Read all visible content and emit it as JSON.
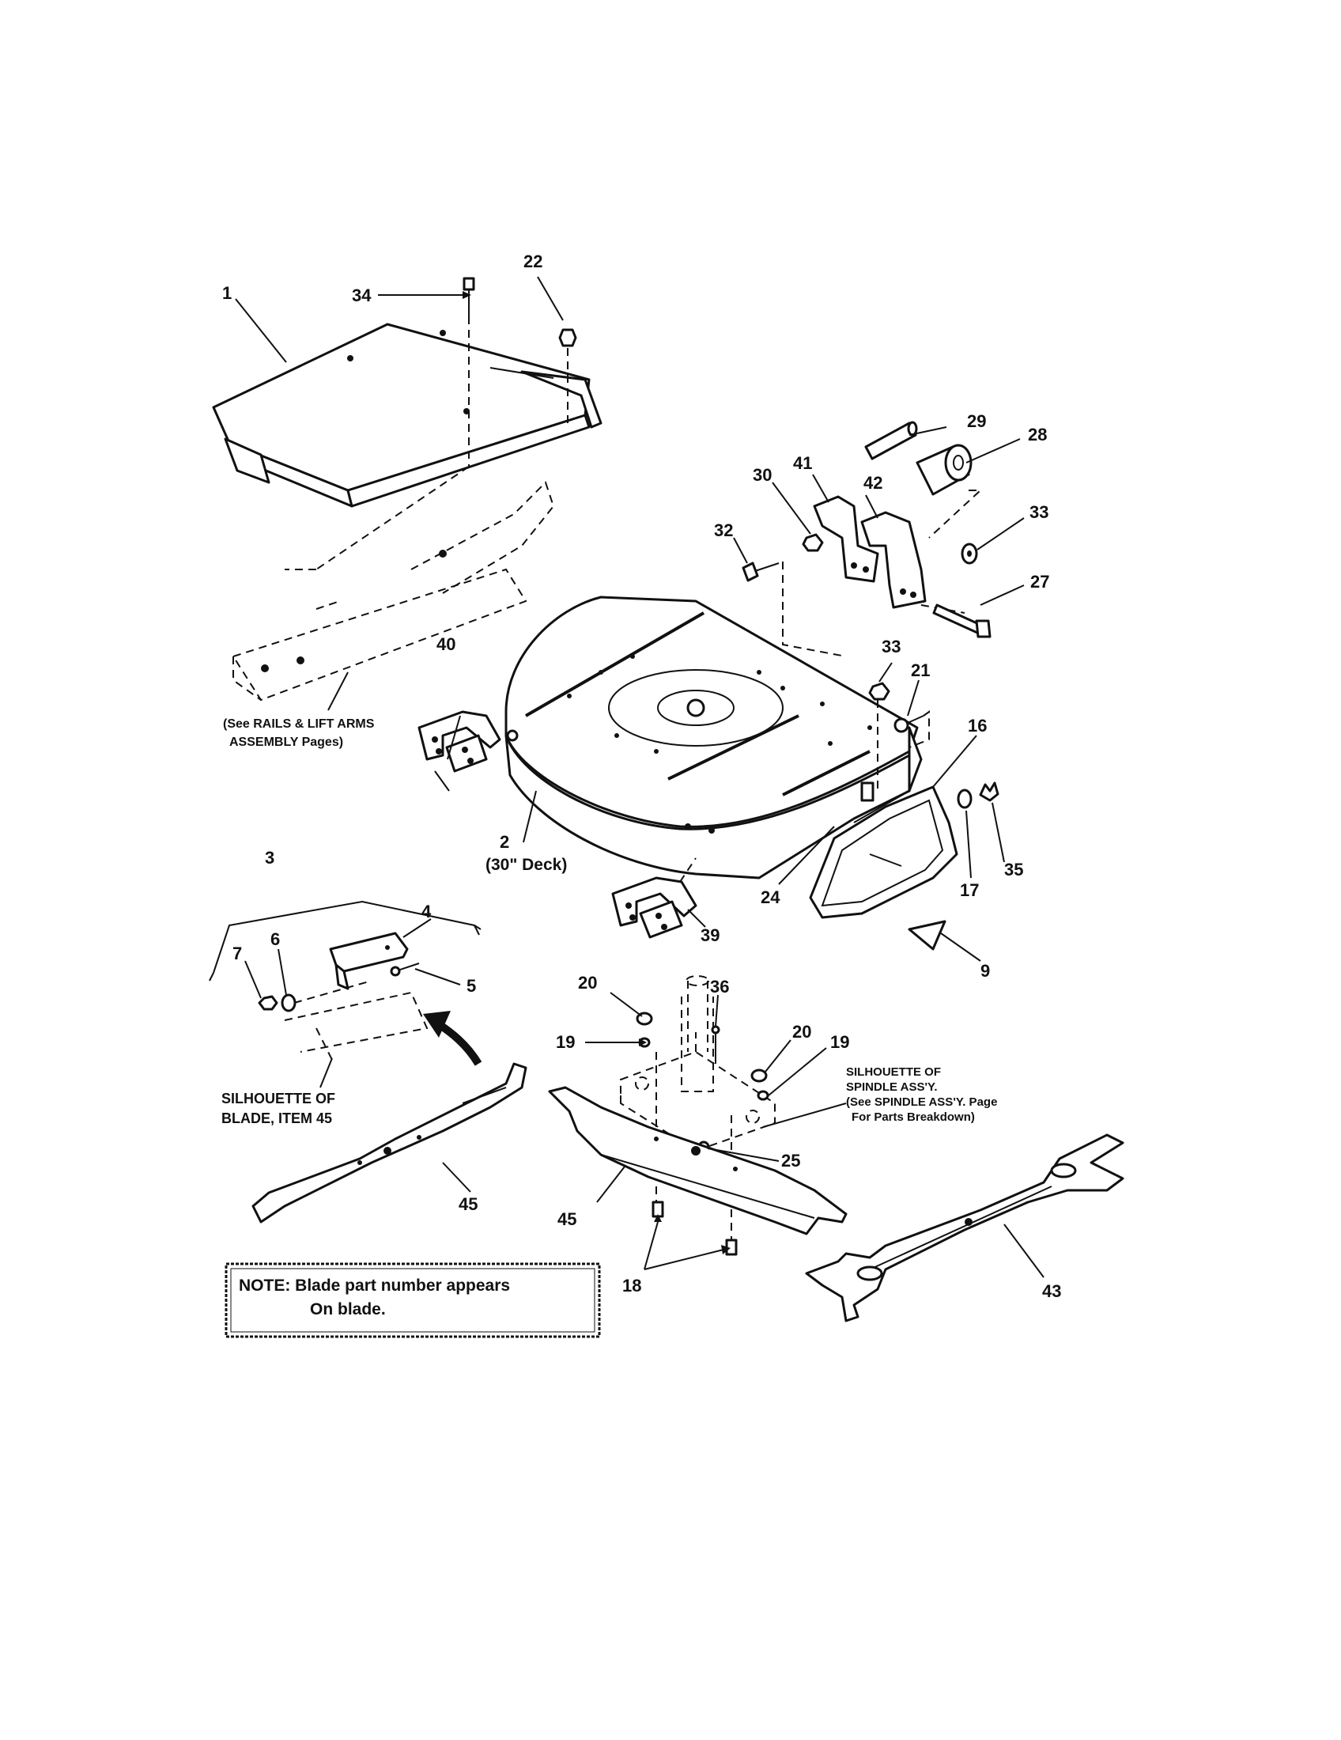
{
  "callouts": {
    "c1": "1",
    "c2": "2",
    "c3": "3",
    "c4": "4",
    "c5": "5",
    "c6": "6",
    "c7": "7",
    "c9": "9",
    "c16": "16",
    "c17": "17",
    "c18": "18",
    "c19a": "19",
    "c19b": "19",
    "c20a": "20",
    "c20b": "20",
    "c21": "21",
    "c22": "22",
    "c24": "24",
    "c25": "25",
    "c27": "27",
    "c28": "28",
    "c29": "29",
    "c30": "30",
    "c32": "32",
    "c33a": "33",
    "c33b": "33",
    "c34": "34",
    "c35": "35",
    "c36": "36",
    "c39": "39",
    "c40": "40",
    "c41": "41",
    "c42": "42",
    "c43": "43",
    "c45a": "45",
    "c45b": "45"
  },
  "labels": {
    "deck_size": "(30\" Deck)",
    "rails_line1": "(See RAILS & LIFT ARMS",
    "rails_line2": "ASSEMBLY Pages)",
    "silhouette_blade_line1": "SILHOUETTE OF",
    "silhouette_blade_line2": "BLADE, ITEM 45",
    "silhouette_spindle_line1": "SILHOUETTE OF",
    "silhouette_spindle_line2": "SPINDLE ASS'Y.",
    "silhouette_spindle_line3": "(See SPINDLE ASS'Y. Page",
    "silhouette_spindle_line4": "For Parts Breakdown)"
  },
  "note": {
    "line1": "NOTE:  Blade part number appears",
    "line2": "On blade."
  }
}
